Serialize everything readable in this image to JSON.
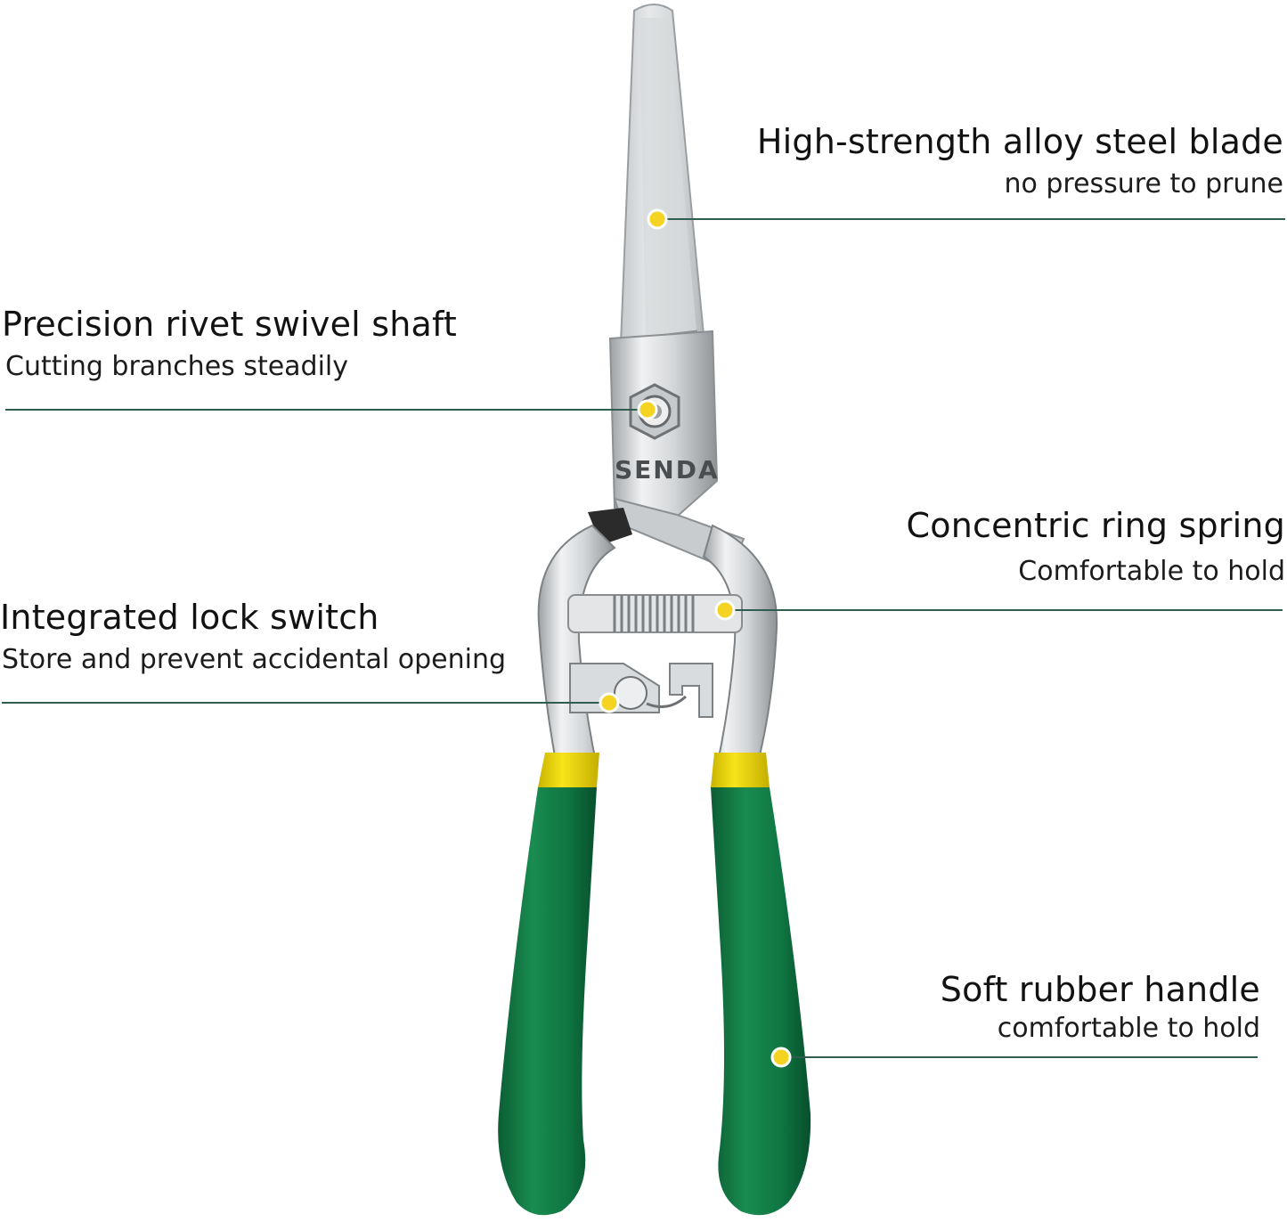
{
  "colors": {
    "leader_line": "#2f5d4e",
    "marker_dot": "#f5d323",
    "handle_green": "#0f7a45",
    "collar_yellow": "#f1d90f",
    "steel": "#d9dcde"
  },
  "brand": {
    "logo_text": "SENDA"
  },
  "callouts": {
    "blade": {
      "title": "High-strength alloy steel blade",
      "subtitle": "no pressure to prune"
    },
    "rivet": {
      "title": "Precision rivet swivel shaft",
      "subtitle": "Cutting branches steadily"
    },
    "spring": {
      "title": "Concentric ring spring",
      "subtitle": "Comfortable to hold"
    },
    "lock": {
      "title": "Integrated lock switch",
      "subtitle": "Store and prevent accidental opening"
    },
    "handle": {
      "title": "Soft rubber handle",
      "subtitle": "comfortable to hold"
    }
  }
}
